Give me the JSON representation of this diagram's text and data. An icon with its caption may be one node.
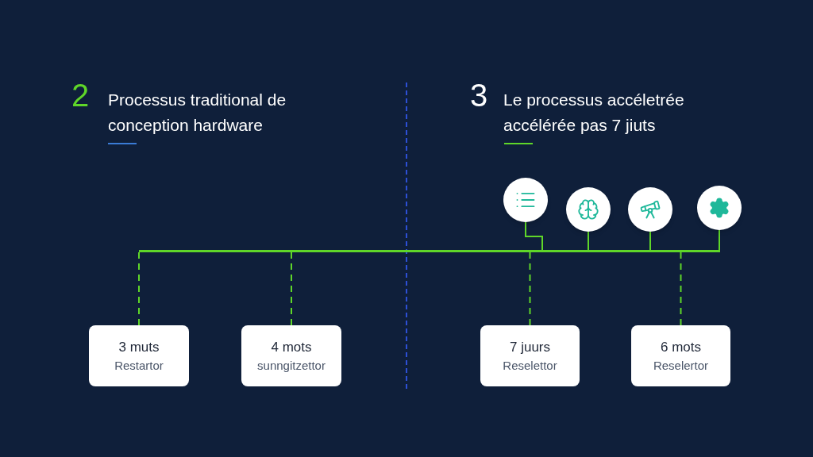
{
  "diagram": {
    "nodes": [
      {
        "text": [],
        "shape": "circle"
      },
      {
        "text": [],
        "shape": "circle"
      },
      {
        "text": [],
        "shape": "circle"
      },
      {
        "text": [],
        "shape": "circle"
      },
      {
        "text": [],
        "shape": "bar"
      },
      {
        "text": [
          "3 muts",
          "Restartor"
        ]
      },
      {
        "text": [
          "4 mots",
          "sunngitzettor"
        ]
      },
      {
        "text": [
          "7 juurs",
          "Reselettor"
        ]
      },
      {
        "text": [
          "6 mots",
          "Reselertor"
        ]
      }
    ],
    "edges": [
      {
        "from": 0,
        "to": 4,
        "arrow": "none"
      },
      {
        "from": 1,
        "to": 4,
        "arrow": "none"
      },
      {
        "from": 2,
        "to": 4,
        "arrow": "none"
      },
      {
        "from": 3,
        "to": 4,
        "arrow": "none"
      },
      {
        "from": 4,
        "to": 5,
        "arrow": "none",
        "style": "dashed"
      },
      {
        "from": 4,
        "to": 6,
        "arrow": "none",
        "style": "dashed"
      },
      {
        "from": 4,
        "to": 7,
        "arrow": "none",
        "style": "dashed"
      },
      {
        "from": 4,
        "to": 8,
        "arrow": "none",
        "style": "dashed"
      }
    ],
    "labels": [
      "2",
      "Processus traditional de conception hardware",
      "3",
      "Le processus accéletrée accélérée pas 7 jiuts"
    ]
  }
}
